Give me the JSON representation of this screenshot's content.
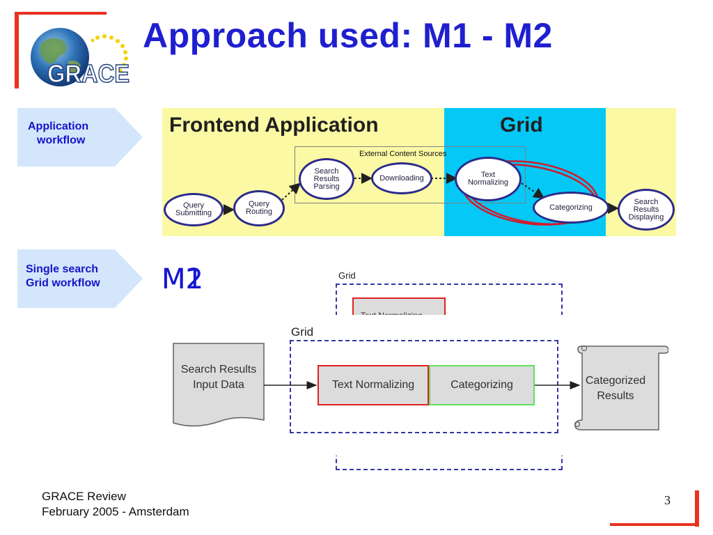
{
  "slide": {
    "title": "Approach used: M1 - M2",
    "page_number": "3",
    "footer_line1": "GRACE Review",
    "footer_line2": "February 2005 - Amsterdam",
    "logo_text": "GRACE"
  },
  "tags": {
    "application": [
      "Application",
      "workflow"
    ],
    "single": [
      "Single search",
      "Grid workflow"
    ]
  },
  "top_diagram": {
    "frontend_title": "Frontend Application",
    "grid_title": "Grid",
    "external_label": "External Content Sources",
    "nodes": {
      "query_submitting": "Query\nSubmitting",
      "query_routing": "Query\nRouting",
      "results_parsing": "Search\nResults\nParsing",
      "downloading": "Downloading",
      "text_normalizing": "Text\nNormalizing",
      "categorizing": "Categorizing",
      "results_displaying": "Search\nResults\nDisplaying"
    }
  },
  "m_labels": {
    "m1": "M1",
    "m2": "M2"
  },
  "back_workflow": {
    "grid_label": "Grid",
    "text_normalizing": "Text Normalizing"
  },
  "workflow": {
    "grid_label": "Grid",
    "input_data": "Search Results\nInput Data",
    "text_normalizing": "Text Normalizing",
    "categorizing": "Categorizing",
    "output": "Categorized\nResults"
  },
  "colors": {
    "accent_red": "#e8321e",
    "title_blue": "#1f1fd0",
    "frontend_yellow": "#fbf9a3",
    "grid_cyan": "#05c8f6",
    "tag_blue": "#d3e6fb"
  }
}
